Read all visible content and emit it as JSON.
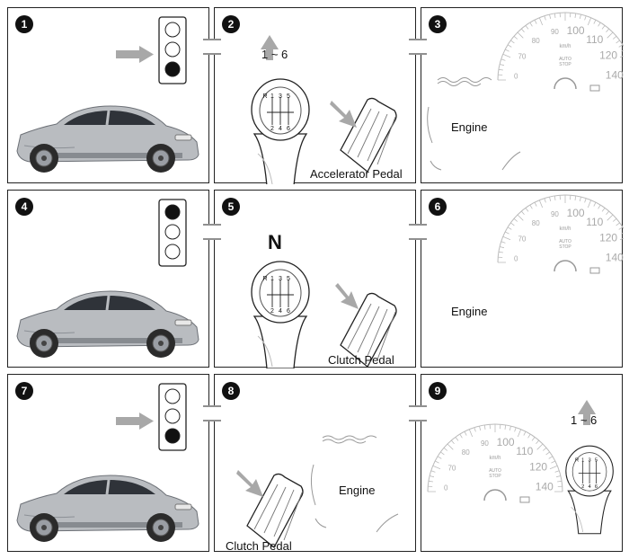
{
  "panels": [
    {
      "number": "1"
    },
    {
      "number": "2",
      "gear_text": "1 ~ 6",
      "pedal_label": "Accelerator Pedal"
    },
    {
      "number": "3",
      "engine_label": "Engine"
    },
    {
      "number": "4"
    },
    {
      "number": "5",
      "gear_text": "N",
      "pedal_label": "Clutch Pedal"
    },
    {
      "number": "6",
      "engine_label": "Engine"
    },
    {
      "number": "7"
    },
    {
      "number": "8",
      "engine_label": "Engine",
      "pedal_label": "Clutch Pedal"
    },
    {
      "number": "9",
      "gear_text": "1 ~ 6"
    }
  ],
  "shifter": {
    "top_row": [
      "R",
      "1",
      "3",
      "5"
    ],
    "bottom_row": [
      "2",
      "4",
      "6"
    ]
  },
  "gauge": {
    "ticks": [
      "0",
      "70",
      "80",
      "90",
      "100",
      "110",
      "120",
      "140"
    ],
    "unit": "km/h",
    "badge_top": "AUTO",
    "badge_bottom": "STOP"
  },
  "colors": {
    "arrow": "#a8a8a8",
    "car_body": "#b9bcc0",
    "border": "#222222"
  }
}
